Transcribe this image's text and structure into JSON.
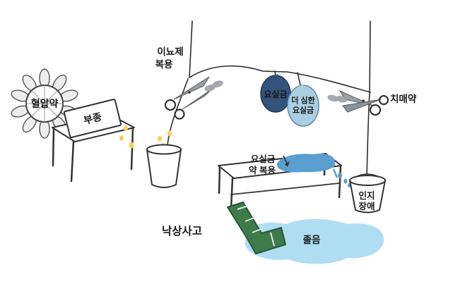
{
  "labels": {
    "hypertension_med": "혈압약",
    "edema": "부종",
    "diuretic_line1": "이뇨제",
    "diuretic_line2": "복용",
    "incontinence": "요실금",
    "severe_incontinence_line1": "더 심한",
    "severe_incontinence_line2": "요실금",
    "dementia_med": "치매약",
    "incontinence_med_line1": "요실금",
    "incontinence_med_line2": "약 복용",
    "cognitive_line1": "인지",
    "cognitive_line2": "장애",
    "fall_accident": "낙상사고",
    "drowsiness": "졸음"
  },
  "colors": {
    "ink": "#2e2e2e",
    "dark_balloon": "#33527c",
    "light_balloon": "#a9cfe2",
    "water": "#5b9fd0",
    "puddle": "#abdcf2",
    "mattress": "#3e7b4a",
    "drops_yellow": "#f2d35c",
    "moth_gray": "#9aa0a6"
  }
}
